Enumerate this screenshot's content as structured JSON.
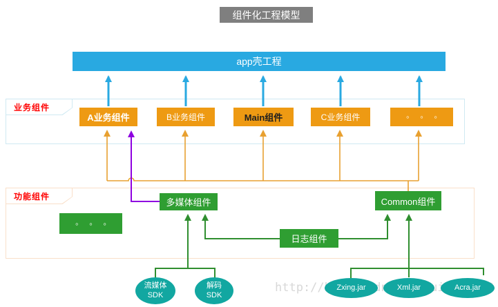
{
  "title": "组件化工程模型",
  "app_shell_label": "app壳工程",
  "business_section": {
    "label": "业务组件",
    "boxes": [
      {
        "label": "A业务组件"
      },
      {
        "label": "B业务组件"
      },
      {
        "label": "Main组件"
      },
      {
        "label": "C业务组件"
      },
      {
        "label": "◦ ◦ ◦"
      }
    ]
  },
  "function_section": {
    "label": "功能组件",
    "ellipsis_label": "◦ ◦ ◦",
    "multimedia_label": "多媒体组件",
    "common_label": "Common组件",
    "log_label": "日志组件"
  },
  "sdk_ovals": [
    {
      "line1": "流媒体",
      "line2": "SDK"
    },
    {
      "line1": "解码",
      "line2": "SDK"
    }
  ],
  "jar_ovals": [
    {
      "label": "Zxing.jar"
    },
    {
      "label": "Xml.jar"
    },
    {
      "label": "Acra.jar"
    }
  ],
  "watermark": "http://blog.csdn.net/guiying712",
  "colors": {
    "app_shell_blue": "#29a9e1",
    "component_orange": "#ee9a13",
    "component_green": "#2f9e32",
    "oval_teal": "#12a7a1",
    "dependency_purple": "#8e00e0",
    "section_label_red": "#ff0000",
    "business_border_blue": "#cfe9f2",
    "function_border_peach": "#f9dfc9",
    "title_gray": "#7f7f7f",
    "line_orange": "#e8a030",
    "line_green": "#2f8e2f",
    "watermark_gray": "#d8d8d8"
  }
}
